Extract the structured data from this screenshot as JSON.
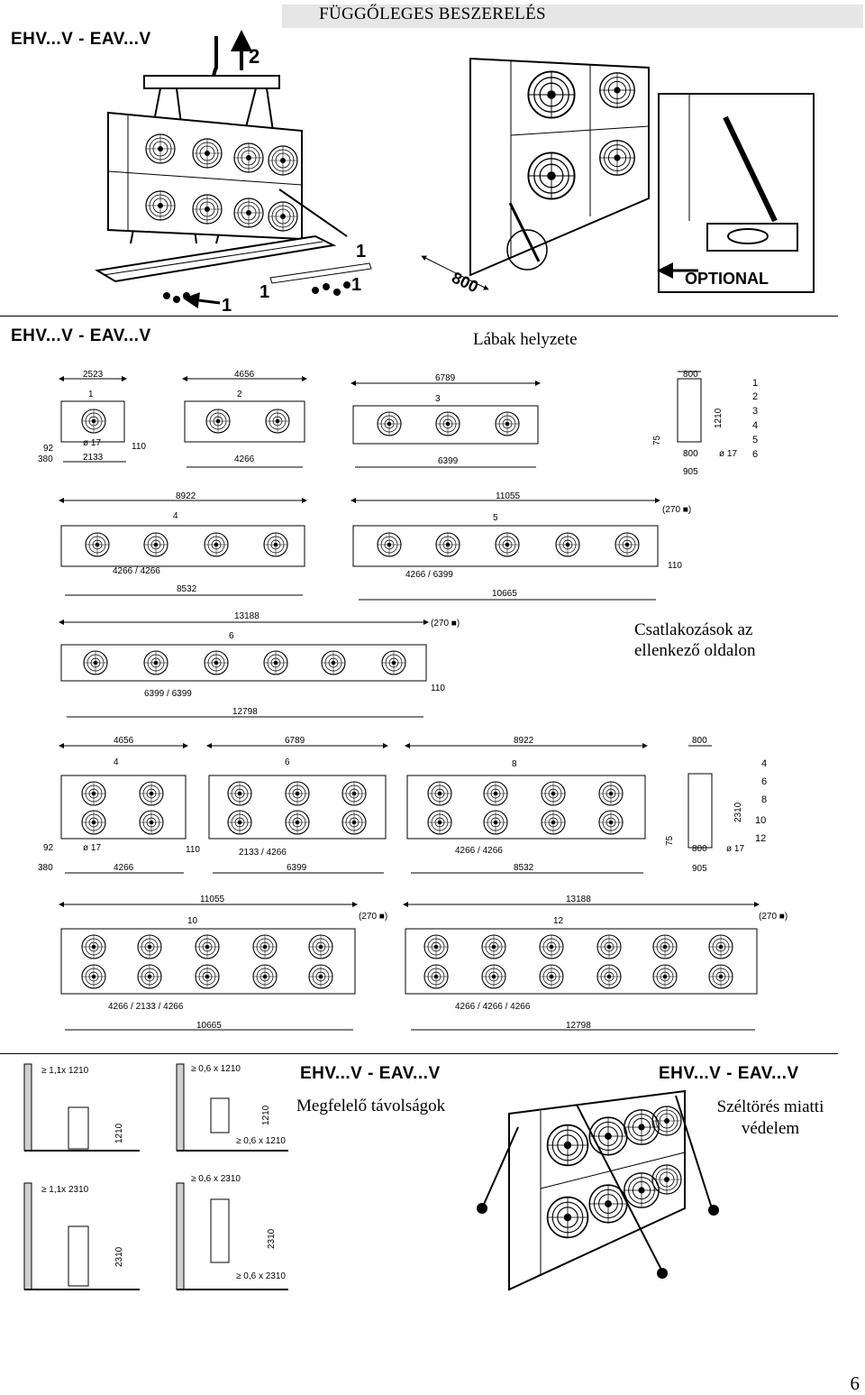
{
  "header": {
    "title": "FÜGGŐLEGES BESZERELÉS"
  },
  "labels": {
    "model_code": "EHV...V - EAV...V",
    "optional": "OPTIONAL",
    "legs_position": "Lábak helyzete",
    "connections_caption": "Csatlakozások az ellenkező oldalon",
    "distances_caption": "Megfelelő távolságok",
    "windbreak_caption": "Széltörés miatti védelem"
  },
  "lifting": {
    "step_main": "2",
    "step_sub": "1",
    "dim_800": "800"
  },
  "single_row": {
    "units": [
      {
        "len": "2523",
        "count": "1",
        "legs": "2133"
      },
      {
        "len": "4656",
        "count": "2",
        "legs": "4266"
      },
      {
        "len": "6789",
        "count": "3",
        "legs": "6399"
      },
      {
        "len": "8922",
        "count": "4",
        "legs": "4266 / 4266",
        "total": "8532"
      },
      {
        "len": "11055",
        "count": "5",
        "legs": "4266 / 6399",
        "total": "10665"
      },
      {
        "len": "13188",
        "count": "6",
        "legs": "6399 / 6399",
        "total": "12798"
      }
    ],
    "side": {
      "w": "800",
      "h": "1210",
      "base": "800",
      "foot": "905",
      "hole": "ø 17",
      "off": "75"
    },
    "misc": {
      "d92": "92",
      "d380": "380",
      "d17": "ø 17",
      "d110": "110",
      "d270": "(270 ■)"
    },
    "legend": [
      "1",
      "2",
      "3",
      "4",
      "5",
      "6"
    ]
  },
  "double_row": {
    "units": [
      {
        "len": "4656",
        "count": "4",
        "legs": "4266"
      },
      {
        "len": "6789",
        "count": "6",
        "legs": "2133 / 4266",
        "total": "6399"
      },
      {
        "len": "8922",
        "count": "8",
        "legs": "4266 / 4266",
        "total": "8532"
      },
      {
        "len": "11055",
        "count": "10",
        "legs": "4266 / 2133 / 4266",
        "total": "10665"
      },
      {
        "len": "13188",
        "count": "12",
        "legs": "4266 / 4266 / 4266",
        "total": "12798"
      }
    ],
    "side": {
      "w": "800",
      "h": "2310",
      "base": "800",
      "foot": "905",
      "hole": "ø 17",
      "off": "75"
    },
    "legend": [
      "4",
      "6",
      "8",
      "10",
      "12"
    ]
  },
  "clearances": [
    "≥ 1,1x 1210",
    "1210",
    "≥ 0,6 x 1210",
    "1210",
    "≥ 0,6 x 1210",
    "≥ 1,1x 2310",
    "2310",
    "≥ 0,6 x 2310",
    "2310",
    "≥ 0,6 x 2310"
  ],
  "page_number": "6"
}
